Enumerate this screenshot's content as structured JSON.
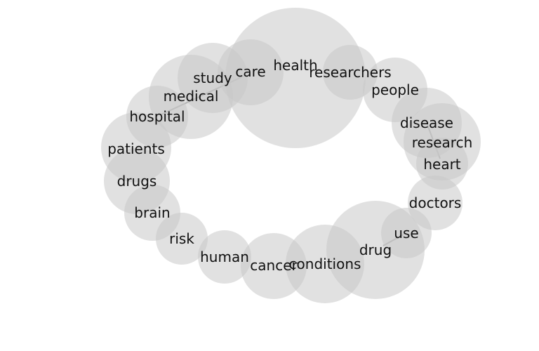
{
  "diagram": {
    "type": "word-bubble-network",
    "bubble_color": "#c8c8c8",
    "edge_color": "#9b9b9b",
    "text_color": "#111111",
    "nodes": [
      {
        "word": "health",
        "size": 100
      },
      {
        "word": "care",
        "size": 47
      },
      {
        "word": "study",
        "size": 50
      },
      {
        "word": "medical",
        "size": 60
      },
      {
        "word": "hospital",
        "size": 44
      },
      {
        "word": "patients",
        "size": 50
      },
      {
        "word": "drugs",
        "size": 47
      },
      {
        "word": "brain",
        "size": 40
      },
      {
        "word": "risk",
        "size": 37
      },
      {
        "word": "human",
        "size": 38
      },
      {
        "word": "cancer",
        "size": 47
      },
      {
        "word": "conditions",
        "size": 56
      },
      {
        "word": "drug",
        "size": 70
      },
      {
        "word": "use",
        "size": 36
      },
      {
        "word": "doctors",
        "size": 39
      },
      {
        "word": "heart",
        "size": 37
      },
      {
        "word": "research",
        "size": 55
      },
      {
        "word": "disease",
        "size": 50
      },
      {
        "word": "people",
        "size": 46
      },
      {
        "word": "researchers",
        "size": 39
      }
    ],
    "edges": [
      [
        "care",
        "hospital"
      ],
      [
        "disease",
        "heart"
      ],
      [
        "drug",
        "use"
      ]
    ]
  }
}
